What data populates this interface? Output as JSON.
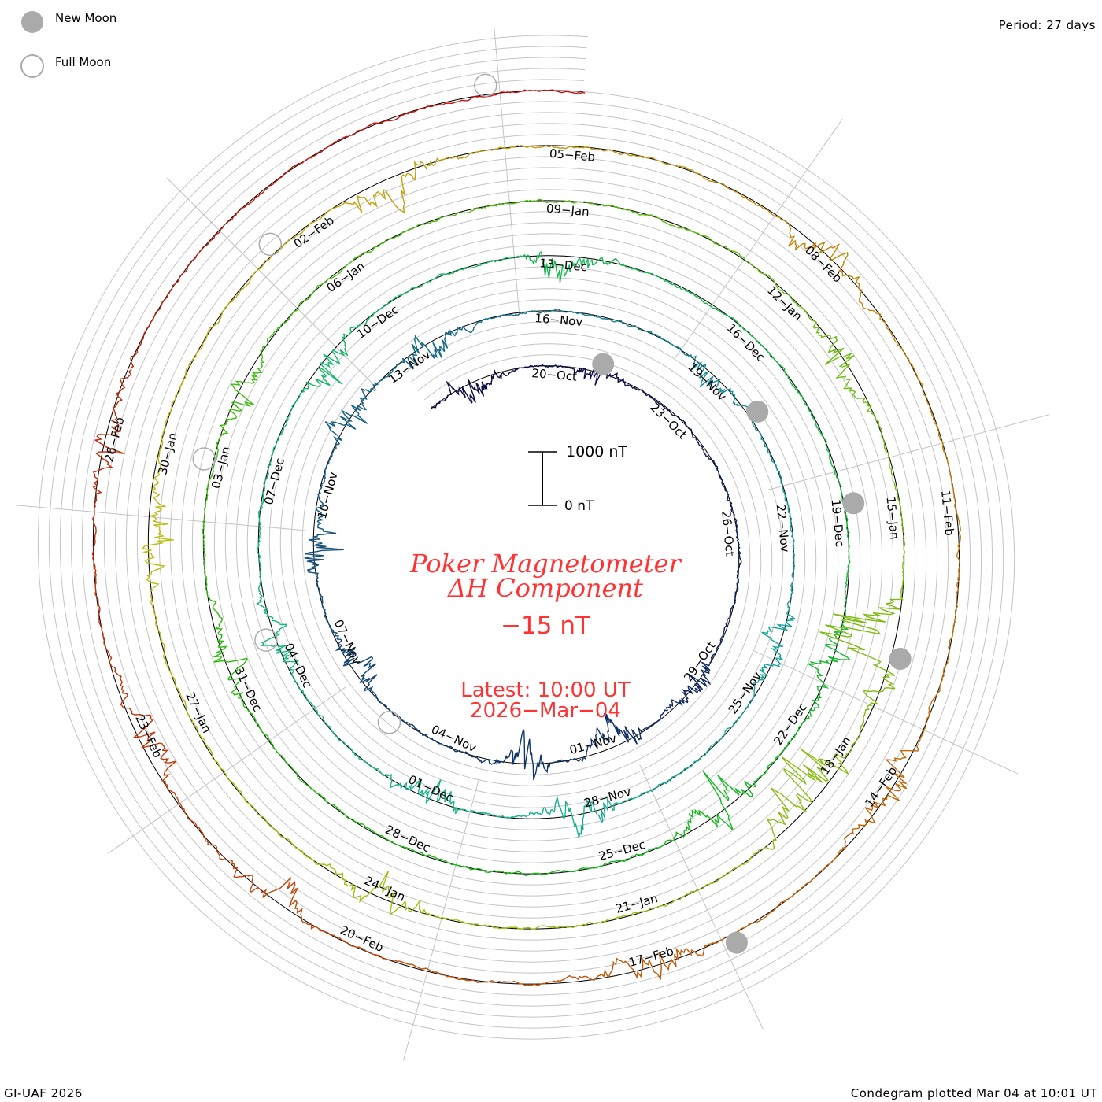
{
  "legend": {
    "new_moon": "New Moon",
    "full_moon": "Full Moon"
  },
  "period_label": "Period: 27 days",
  "footer_left": "GI-UAF 2026",
  "footer_right": "Condegram plotted Mar 04 at 10:01 UT",
  "colors": {
    "title": "#ff3333",
    "new_moon": "#aaaaaa",
    "full_moon": "#aaaaaa",
    "grid": "#bbbbbb",
    "baseline": "#000000"
  },
  "chart_data": {
    "type": "line",
    "subtype": "spiral-condegram",
    "title": "Poker Magnetometer",
    "subtitle": "ΔH Component",
    "current_value": "−15 nT",
    "latest_time": "Latest: 10:00 UT",
    "latest_date": "2026−Mar−04",
    "period_days": 27,
    "reference_date": "2025-10-20",
    "start_day_offset": -2.8,
    "end_day_offset": 135.42,
    "scale_bar": {
      "top_label": "1000 nT",
      "bottom_label": "0 nT",
      "value_nT": 1000
    },
    "date_labels": [
      "20−Oct",
      "23−Oct",
      "26−Oct",
      "29−Oct",
      "01−Nov",
      "04−Nov",
      "07−Nov",
      "10−Nov",
      "13−Nov",
      "16−Nov",
      "19−Nov",
      "22−Nov",
      "25−Nov",
      "28−Nov",
      "01−Dec",
      "04−Dec",
      "07−Dec",
      "10−Dec",
      "13−Dec",
      "16−Dec",
      "19−Dec",
      "22−Dec",
      "25−Dec",
      "28−Dec",
      "31−Dec",
      "03−Jan",
      "06−Jan",
      "09−Jan",
      "12−Jan",
      "15−Jan",
      "18−Jan",
      "21−Jan",
      "24−Jan",
      "27−Jan",
      "30−Jan",
      "02−Feb",
      "05−Feb",
      "08−Feb",
      "11−Feb",
      "14−Feb",
      "17−Feb",
      "20−Feb",
      "23−Feb",
      "26−Feb"
    ],
    "new_moon_day_offsets": [
      1.4,
      31.3,
      60.1,
      89.0,
      119.5
    ],
    "full_moon_day_offsets": [
      16.6,
      45.9,
      75.4,
      104.9,
      134.5
    ],
    "disturbances_nT": [
      {
        "day": -2.0,
        "amp": 500
      },
      {
        "day": 1.0,
        "amp": 250
      },
      {
        "day": 9.5,
        "amp": 450
      },
      {
        "day": 11.5,
        "amp": 700
      },
      {
        "day": 13.5,
        "amp": 500
      },
      {
        "day": 17.5,
        "amp": 500
      },
      {
        "day": 20.0,
        "amp": 600
      },
      {
        "day": 22.5,
        "amp": 650
      },
      {
        "day": 24.5,
        "amp": 600
      },
      {
        "day": 30.0,
        "amp": 300
      },
      {
        "day": 35.0,
        "amp": 500
      },
      {
        "day": 39.5,
        "amp": 600
      },
      {
        "day": 42.0,
        "amp": 500
      },
      {
        "day": 45.5,
        "amp": 450
      },
      {
        "day": 50.0,
        "amp": 500
      },
      {
        "day": 54.0,
        "amp": 500
      },
      {
        "day": 62.0,
        "amp": 500
      },
      {
        "day": 64.5,
        "amp": 650
      },
      {
        "day": 72.5,
        "amp": 450
      },
      {
        "day": 76.0,
        "amp": 400
      },
      {
        "day": 85.0,
        "amp": 450
      },
      {
        "day": 88.5,
        "amp": 1400
      },
      {
        "day": 90.5,
        "amp": 1200
      },
      {
        "day": 96.0,
        "amp": 400
      },
      {
        "day": 101.0,
        "amp": 500
      },
      {
        "day": 106.0,
        "amp": 500
      },
      {
        "day": 111.0,
        "amp": 450
      },
      {
        "day": 117.0,
        "amp": 500
      },
      {
        "day": 120.0,
        "amp": 500
      },
      {
        "day": 124.0,
        "amp": 400
      },
      {
        "day": 126.0,
        "amp": 500
      },
      {
        "day": 129.0,
        "amp": 450
      }
    ]
  }
}
